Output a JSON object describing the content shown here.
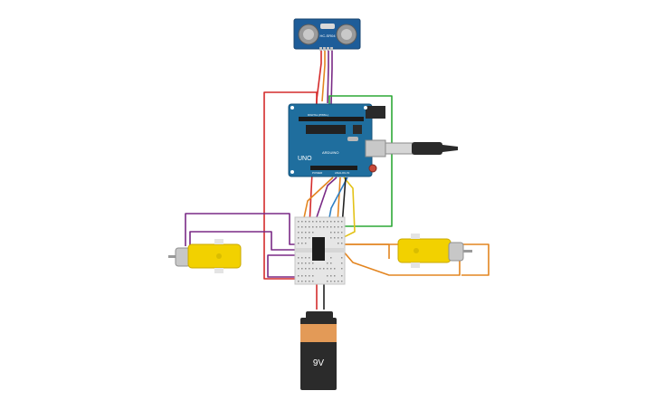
{
  "circuit": {
    "sensor": {
      "model_label": "HC-SR04"
    },
    "arduino": {
      "board_label": "UNO",
      "brand_label": "ARDUINO",
      "digital_label": "DIGITAL (PWM~)",
      "analog_label": "ANALOG IN",
      "power_label": "POWER"
    },
    "battery": {
      "voltage_label": "9V"
    },
    "colors": {
      "arduino_blue": "#1f6e9e",
      "motor_yellow": "#f2d100",
      "breadboard": "#e6e6e6",
      "battery_orange": "#e39a57",
      "battery_black": "#2b2b2b",
      "wire_red": "#d42b2b",
      "wire_green": "#2da836",
      "wire_purple": "#7a2a86",
      "wire_orange": "#e38520",
      "wire_yellow": "#e3c216",
      "wire_black": "#222222"
    }
  }
}
